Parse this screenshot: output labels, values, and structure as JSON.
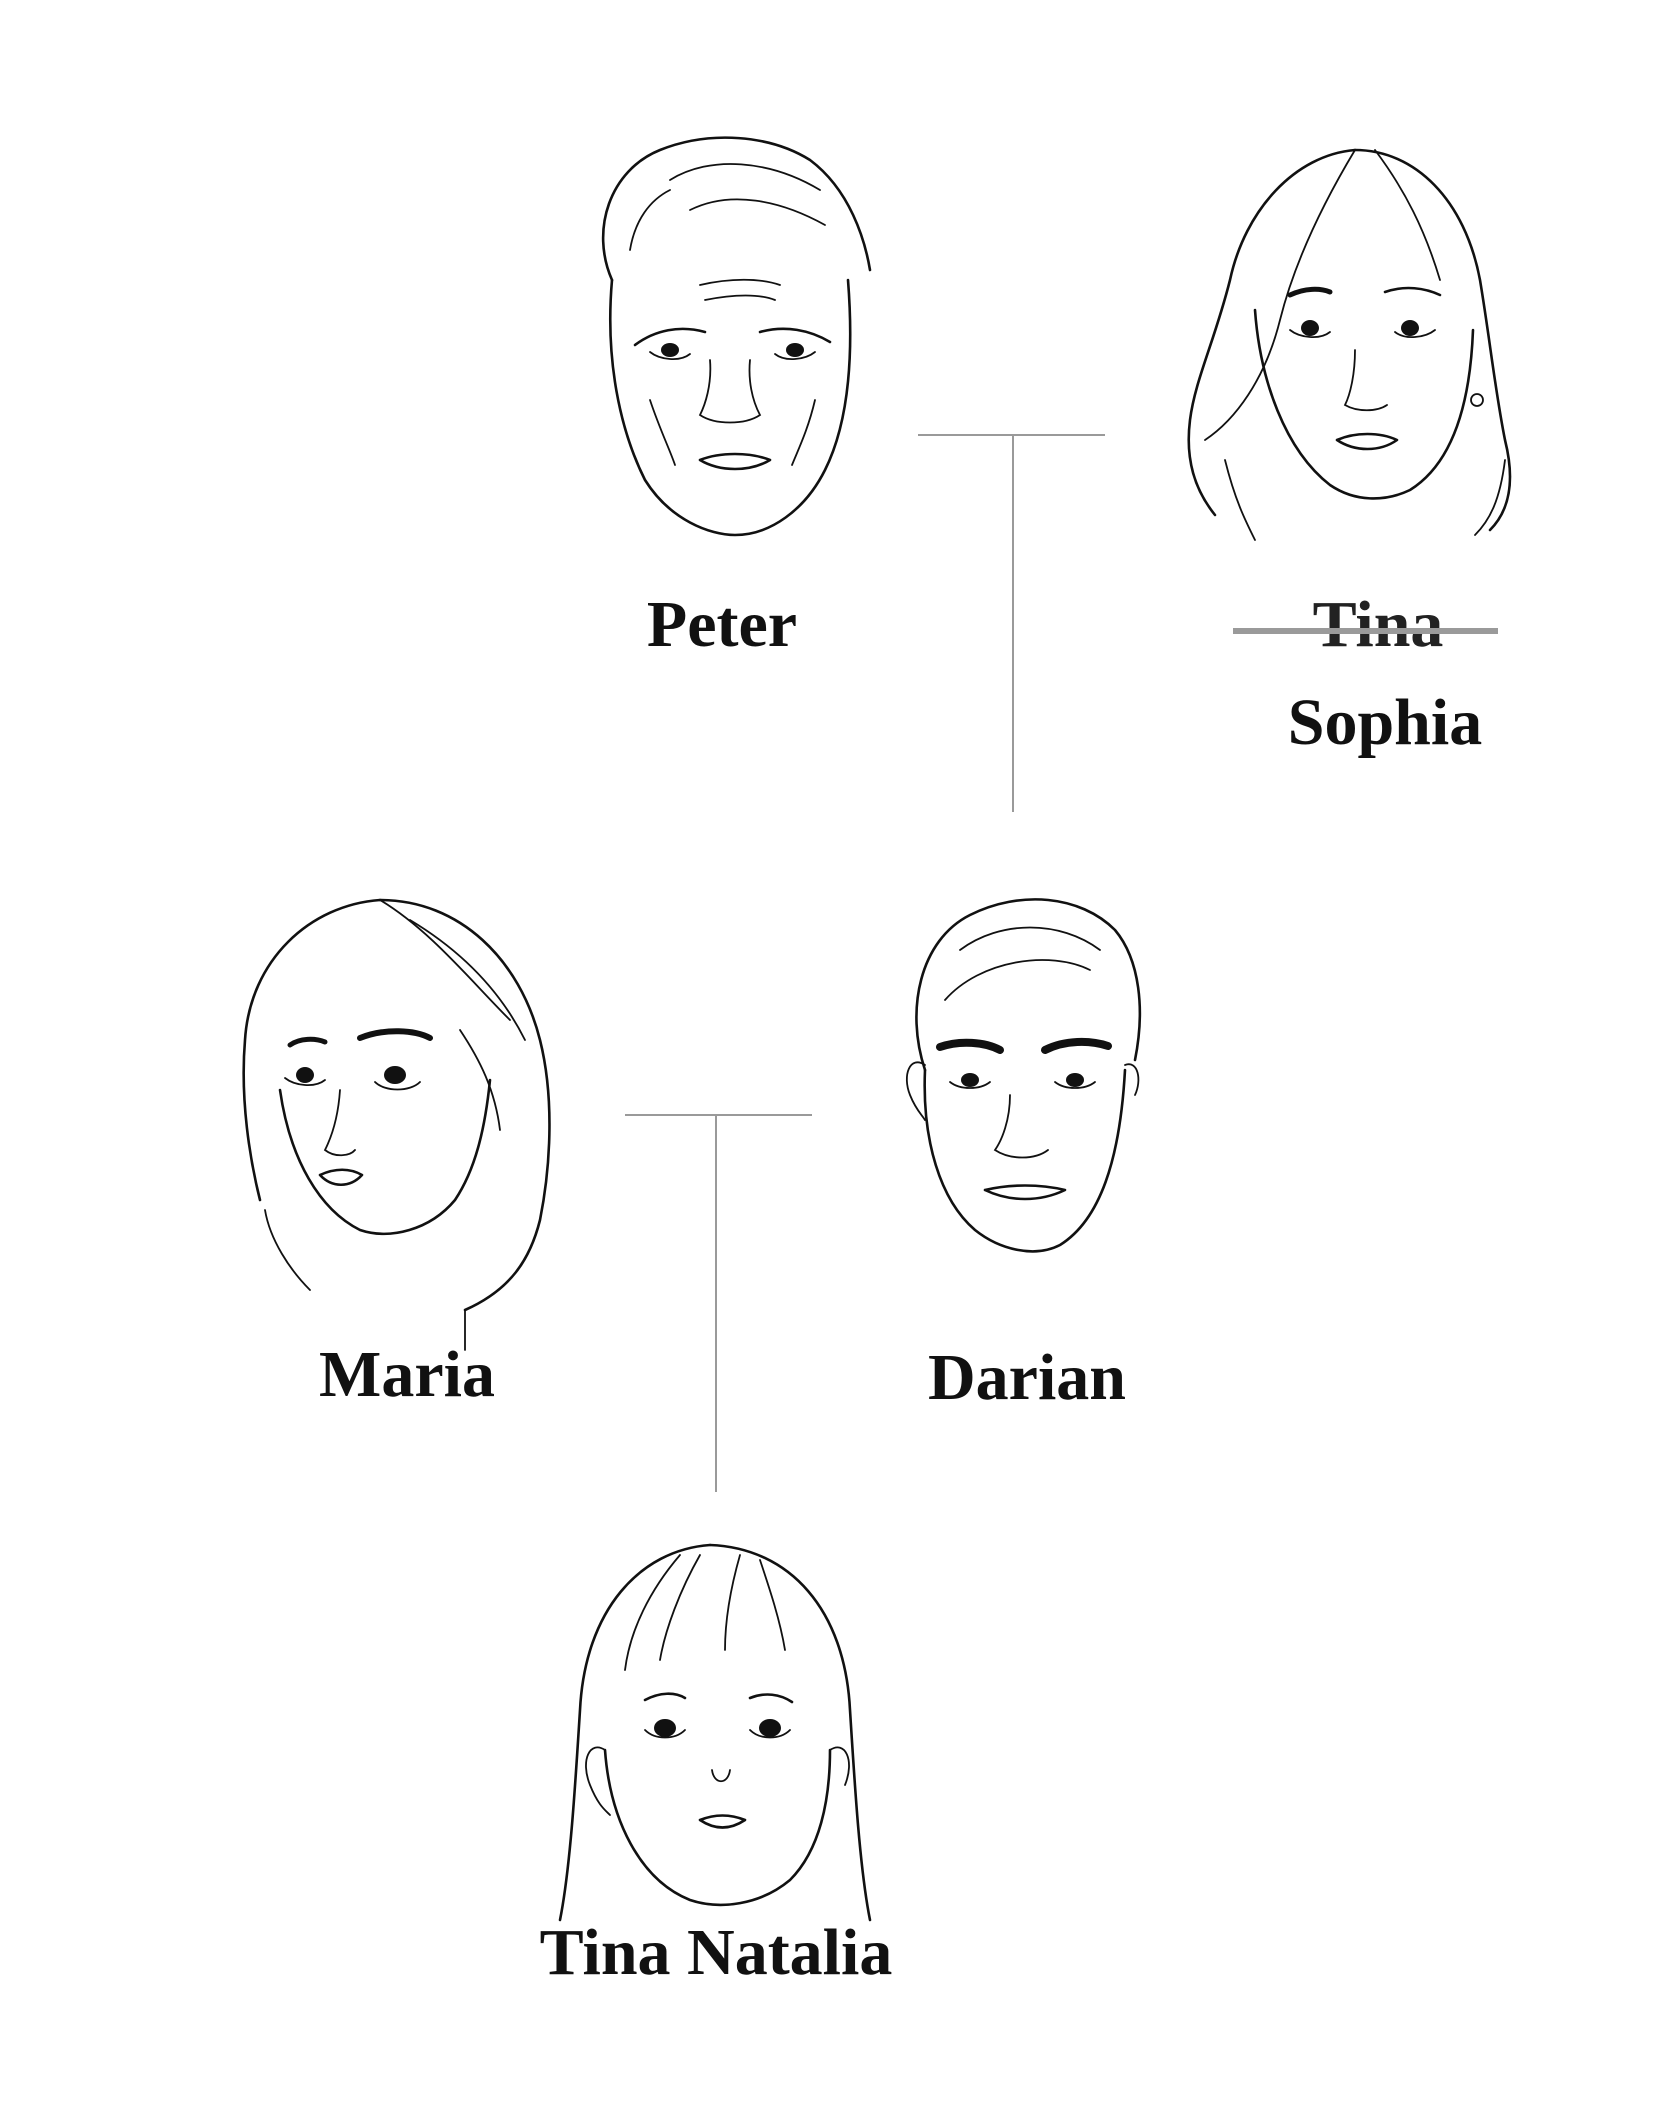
{
  "people": {
    "peter": {
      "name": "Peter",
      "portrait": "older-man-line-drawing"
    },
    "sophia": {
      "old_name": "Tina",
      "old_name_struck": true,
      "name": "Sophia",
      "portrait": "older-woman-line-drawing"
    },
    "maria": {
      "name": "Maria",
      "portrait": "woman-line-drawing"
    },
    "darian": {
      "name": "Darian",
      "portrait": "man-line-drawing"
    },
    "tina_natalia": {
      "name": "Tina Natalia",
      "portrait": "girl-line-drawing"
    }
  },
  "connections": [
    {
      "from": "peter",
      "with": "sophia",
      "child": "darian"
    },
    {
      "from": "maria",
      "with": "darian",
      "child": "tina_natalia"
    }
  ],
  "colors": {
    "line": "#9a9a9a",
    "ink": "#111111",
    "background": "#ffffff"
  }
}
